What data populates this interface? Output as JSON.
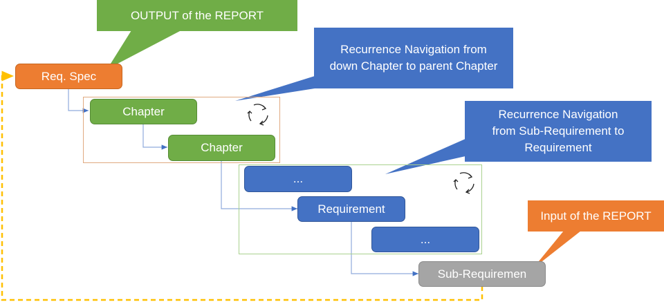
{
  "diagram": {
    "nodes": {
      "req_spec": "Req. Spec",
      "chapter_1": "Chapter",
      "chapter_2": "Chapter",
      "ellipsis_1": "...",
      "requirement": "Requirement",
      "ellipsis_2": "...",
      "sub_requirement": "Sub-Requiremen"
    },
    "callouts": {
      "output": "OUTPUT of the REPORT",
      "chapter_recurrence": "Recurrence Navigation from down Chapter to parent Chapter",
      "requirement_recurrence": "Recurrence Navigation from Sub-Requirement to Requirement",
      "input": "Input of the REPORT"
    },
    "colors": {
      "orange": "#ed7d31",
      "green": "#70ad47",
      "blue": "#4472c4",
      "grey": "#a5a5a5",
      "dashed_loop": "#ffc000",
      "connector": "#4472c4"
    },
    "icons": {
      "cycle": "cycle-arrows-icon"
    }
  }
}
